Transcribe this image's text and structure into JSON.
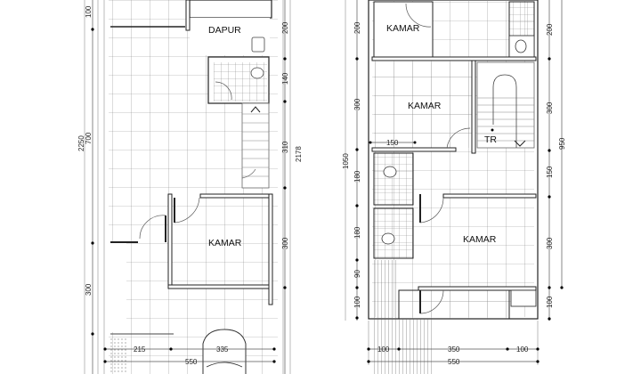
{
  "plans": [
    {
      "name": "ground-floor",
      "rooms": [
        {
          "label": "DAPUR"
        },
        {
          "label": "KAMAR"
        }
      ],
      "dims_left": [
        "100",
        "700",
        "300"
      ],
      "dim_left_total": "2250",
      "dims_right": [
        "200",
        "140",
        "310",
        "300"
      ],
      "dim_right_total": "2178",
      "dims_bottom": [
        "215",
        "335"
      ],
      "dim_bottom_total": "550"
    },
    {
      "name": "upper-floor",
      "rooms": [
        {
          "label": "KAMAR"
        },
        {
          "label": "KAMAR"
        },
        {
          "label": "KAMAR"
        },
        {
          "label": "TR"
        }
      ],
      "inner_dim": "150",
      "dims_left": [
        "200",
        "300",
        "180",
        "180",
        "90",
        "100"
      ],
      "dim_left_total": "1050",
      "dims_right": [
        "200",
        "300",
        "150",
        "300",
        "100"
      ],
      "dim_right_total": "950",
      "dims_bottom": [
        "100",
        "350",
        "100"
      ],
      "dim_bottom_total": "550"
    }
  ]
}
